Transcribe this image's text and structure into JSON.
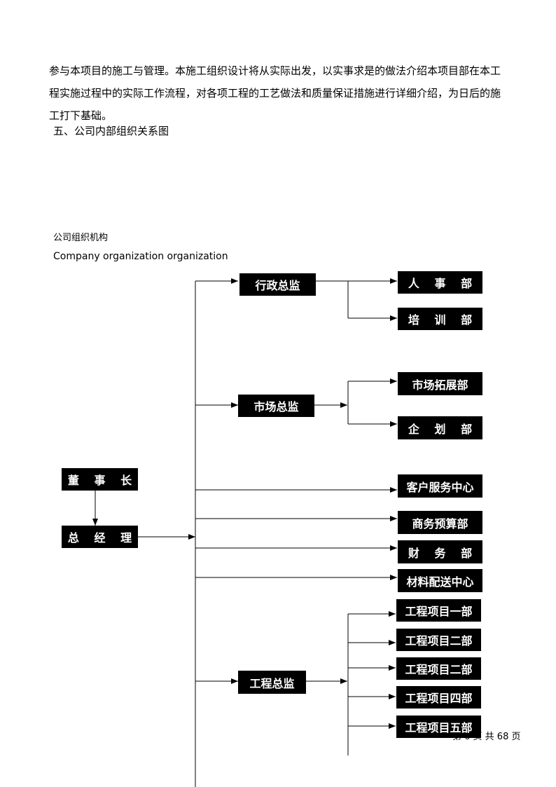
{
  "intro": {
    "lines": [
      "参与本项目的施工与管理。本施工组织设计将从实际出发，以实事求是的做法介绍本项目部在本工",
      "程实施过程中的实际工作流程，对各项工程的工艺做法和质量保证措施进行详细介绍，为日后的施",
      "工打下基础。"
    ]
  },
  "section_heading": "五、公司内部组织关系图",
  "org_chart": {
    "title": "公司组织机构",
    "subtitle": "Company organization organization",
    "chairman": "董 事 长",
    "general_manager": "总 经 理",
    "admin_director": "行政总监",
    "hr_dept": "人 事 部",
    "training_dept": "培 训 部",
    "market_director": "市场总监",
    "market_expansion_dept": "市场拓展部",
    "planning_dept": "企 划 部",
    "customer_service_center": "客户服务中心",
    "business_budget_dept": "商务预算部",
    "finance_dept": "财 务 部",
    "material_distribution_center": "材料配送中心",
    "engineering_director": "工程总监",
    "project_dept_1": "工程项目一部",
    "project_dept_2": "工程项目二部",
    "project_dept_3": "工程项目二部",
    "project_dept_4": "工程项目四部",
    "project_dept_5": "工程项目五部"
  },
  "footer": {
    "page_text": "第 6 页 共 68 页"
  }
}
